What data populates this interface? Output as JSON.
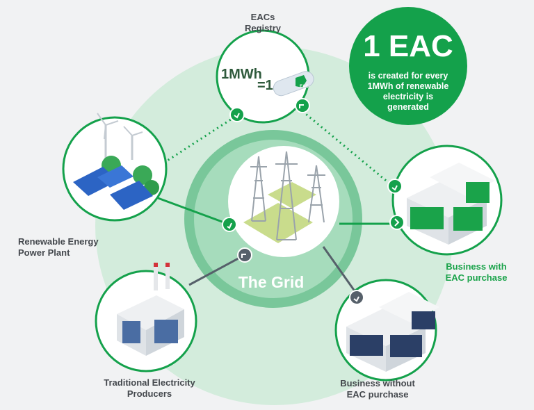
{
  "registry": {
    "title_line1": "EACs",
    "title_line2": "Registry",
    "mwh_text": "1MWh",
    "equals_text": "=1",
    "scroll_tag": "EAC"
  },
  "badge": {
    "big_text": "1 EAC",
    "description": "is created for every 1MWh of renewable electricity is generated"
  },
  "grid": {
    "title": "The Grid"
  },
  "nodes": {
    "renewable": {
      "line1": "Renewable Energy",
      "line2": "Power Plant"
    },
    "traditional": {
      "line1": "Traditional Electricity",
      "line2": "Producers"
    },
    "business_with": {
      "line1": "Business with",
      "line2": "EAC purchase"
    },
    "business_without": {
      "line1": "Business without",
      "line2": "EAC purchase"
    }
  },
  "colors": {
    "green": "#14a14b",
    "light_green_ring": "#cfe9d8",
    "inner_ring": "#a9dbbd",
    "dark_link": "#56606a",
    "background": "#f1f2f3"
  },
  "icons": [
    "wind-turbine-icon",
    "solar-panel-icon",
    "power-tower-icon",
    "factory-icon",
    "office-building-icon",
    "certificate-scroll-icon",
    "arrow-badge-icon"
  ]
}
